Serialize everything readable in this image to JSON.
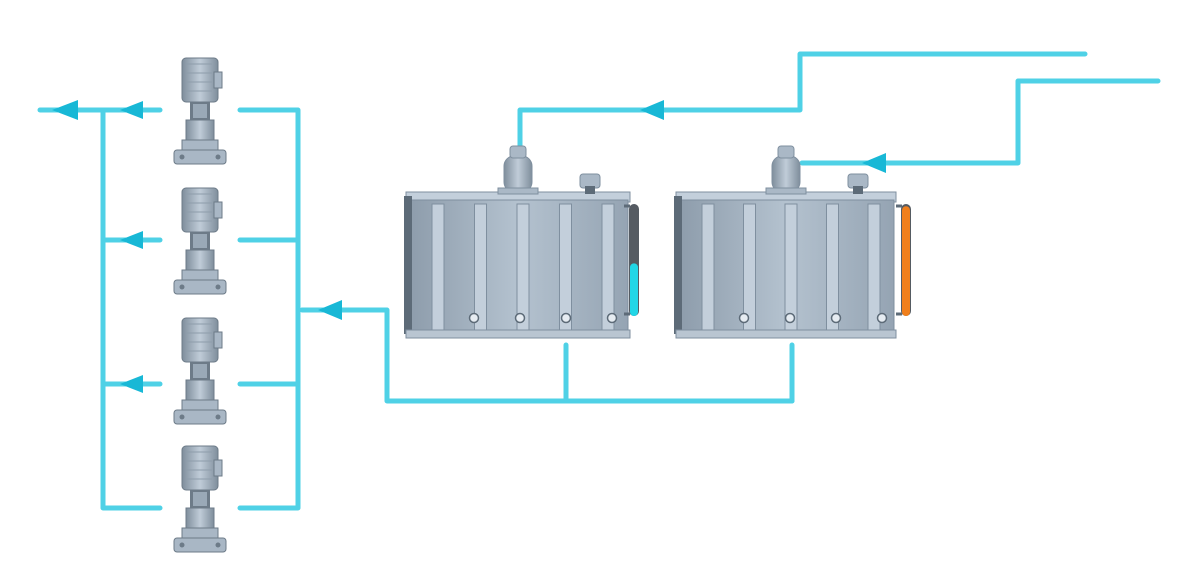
{
  "colors": {
    "pipe": "#4fd1e6",
    "arrow": "#18b8d6",
    "tank_body": "#aab8c6",
    "tank_edge": "#7f8f9f",
    "tank_rib": "#c3cfdb",
    "tank_dark": "#5d6b78",
    "pump_body": "#a9b7c5",
    "pump_dark": "#6d7b88",
    "gauge_track": "#555b62",
    "gauge_left_fill": "#21d6e6",
    "gauge_right_fill": "#f07f1c"
  },
  "pumps": [
    {
      "id": "pump-1"
    },
    {
      "id": "pump-2"
    },
    {
      "id": "pump-3"
    },
    {
      "id": "pump-4"
    }
  ],
  "tanks": [
    {
      "id": "tank-left",
      "level": 0.47,
      "level_color": "#21d6e6"
    },
    {
      "id": "tank-right",
      "level": 0.98,
      "level_color": "#f07f1c"
    }
  ],
  "icons": {
    "pump": "vertical-centrifugal-pump-icon",
    "tank": "storage-tank-icon",
    "arrow": "flow-arrow-icon"
  }
}
